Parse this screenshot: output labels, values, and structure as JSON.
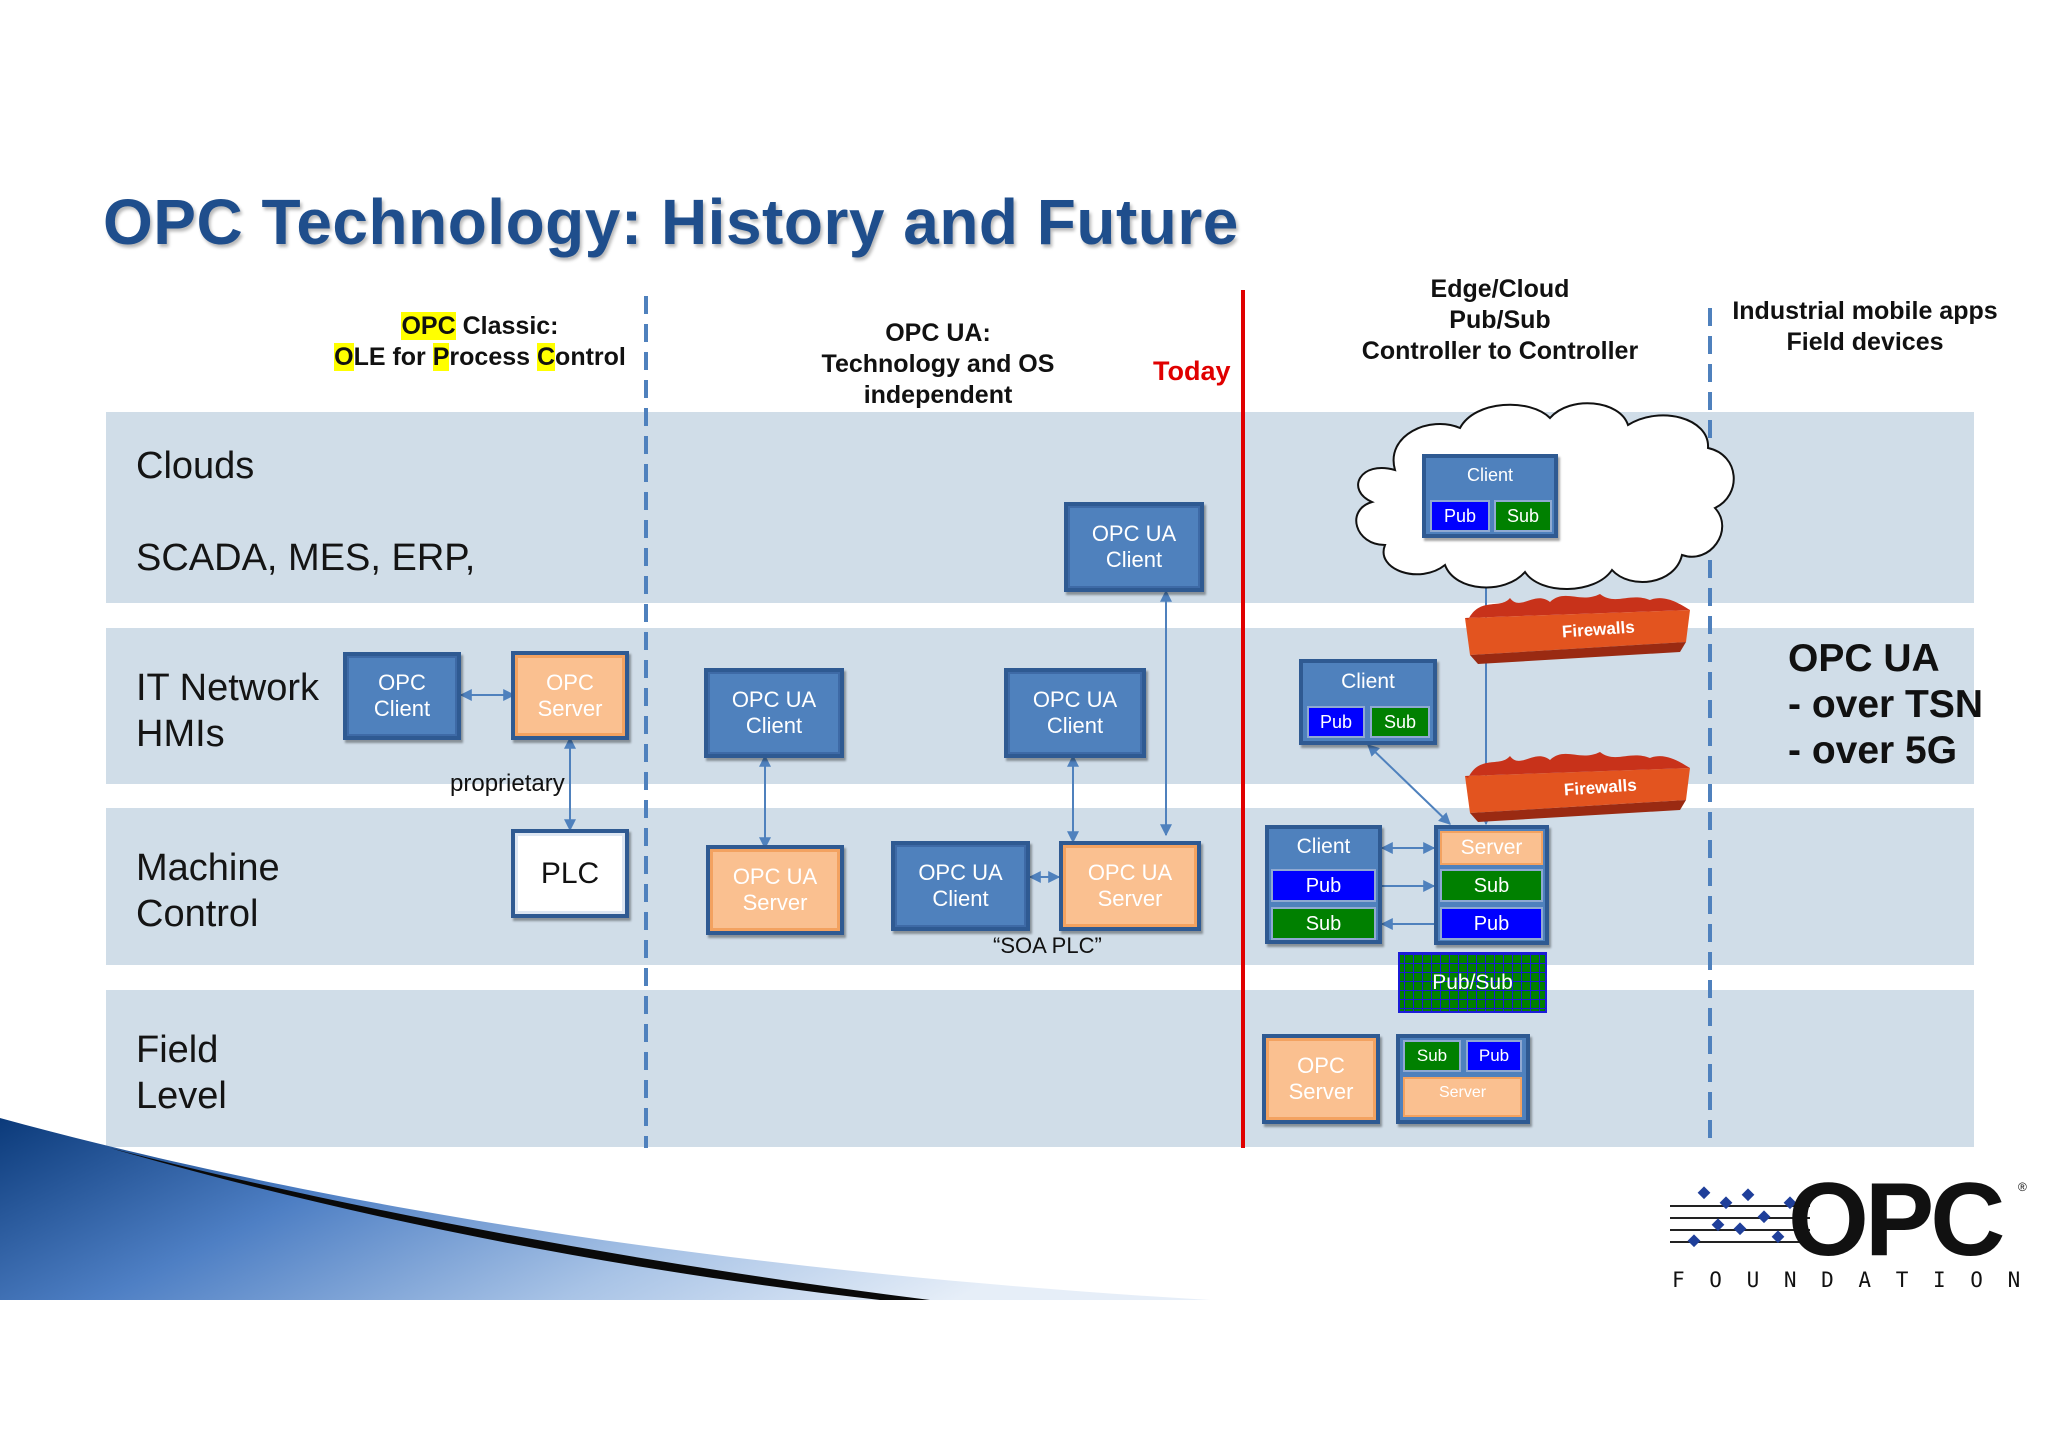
{
  "title": "OPC Technology: History and Future",
  "headers": {
    "classic_line1_hl": "OPC",
    "classic_line1_rest": " Classic:",
    "classic_line2": [
      {
        "hl": "O",
        "rest": "LE for "
      },
      {
        "hl": "P",
        "rest": "rocess "
      },
      {
        "hl": "C",
        "rest": "ontrol"
      }
    ],
    "ua_line1": "OPC UA:",
    "ua_line2": "Technology and OS",
    "ua_line3": "independent",
    "today": "Today",
    "edge_line1": "Edge/Cloud",
    "edge_line2": "Pub/Sub",
    "edge_line3": "Controller to Controller",
    "mobile_line1": "Industrial mobile apps",
    "mobile_line2": "Field devices"
  },
  "lanes": {
    "clouds_line1": "Clouds",
    "clouds_line2": "SCADA, MES, ERP,",
    "it_line1": "IT Network",
    "it_line2": "HMIs",
    "machine_line1": "Machine",
    "machine_line2": "Control",
    "field_line1": "Field",
    "field_line2": "Level"
  },
  "classic": {
    "opc_client": [
      "OPC",
      "Client"
    ],
    "opc_server": [
      "OPC",
      "Server"
    ],
    "proprietary": "proprietary",
    "plc": "PLC"
  },
  "ua": {
    "client_a": [
      "OPC UA",
      "Client"
    ],
    "server_a": [
      "OPC UA",
      "Server"
    ],
    "client_b": [
      "OPC UA",
      "Client"
    ],
    "client_top": [
      "OPC UA",
      "Client"
    ],
    "client_c": [
      "OPC UA",
      "Client"
    ],
    "server_b": [
      "OPC UA",
      "Server"
    ],
    "soa_plc": "“SOA PLC”"
  },
  "edge": {
    "cloud_client": "Client",
    "cloud_pub": "Pub",
    "cloud_sub": "Sub",
    "firewall1": "Firewalls",
    "firewall2": "Firewalls",
    "it_client": "Client",
    "it_pub": "Pub",
    "it_sub": "Sub",
    "mc_client": "Client",
    "mc_pub": "Pub",
    "mc_sub": "Sub",
    "mc_server": "Server",
    "mc_server_sub": "Sub",
    "mc_server_pub": "Pub",
    "pubsub": "Pub/Sub",
    "field_server": [
      "OPC",
      "Server"
    ],
    "field_sub": "Sub",
    "field_pub": "Pub",
    "field_server_label": "Server"
  },
  "future": {
    "line1": "OPC UA",
    "line2": "- over TSN",
    "line3": "- over 5G"
  },
  "logo": {
    "wordmark": "OPC",
    "foundation": "F O U N D A T I O N"
  },
  "colors": {
    "band": "#d0dde8",
    "box_blue": "#4f81bd",
    "box_orange": "#fac090",
    "pub_blue": "#0000ff",
    "sub_green": "#008000",
    "today_line": "#e00000",
    "divider": "#4f81bd"
  }
}
